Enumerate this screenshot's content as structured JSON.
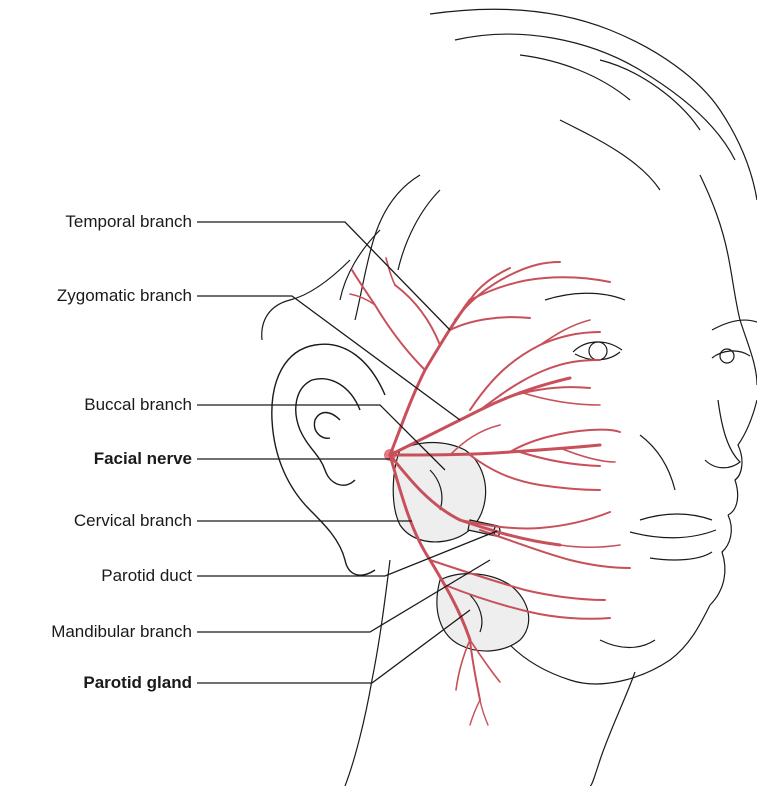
{
  "diagram": {
    "labels": [
      {
        "id": "temporal",
        "text": "Temporal branch",
        "bold": false
      },
      {
        "id": "zygomatic",
        "text": "Zygomatic branch",
        "bold": false
      },
      {
        "id": "buccal",
        "text": "Buccal branch",
        "bold": false
      },
      {
        "id": "facial",
        "text": "Facial nerve",
        "bold": true
      },
      {
        "id": "cervical",
        "text": "Cervical branch",
        "bold": false
      },
      {
        "id": "duct",
        "text": "Parotid duct",
        "bold": false
      },
      {
        "id": "mandibular",
        "text": "Mandibular branch",
        "bold": false
      },
      {
        "id": "gland",
        "text": "Parotid gland",
        "bold": true
      }
    ],
    "colors": {
      "nerve_fill": "#e8a0a6",
      "nerve_stroke": "#c8505a",
      "outline": "#1a1a1a",
      "gland_fill": "#eeeeee"
    }
  }
}
